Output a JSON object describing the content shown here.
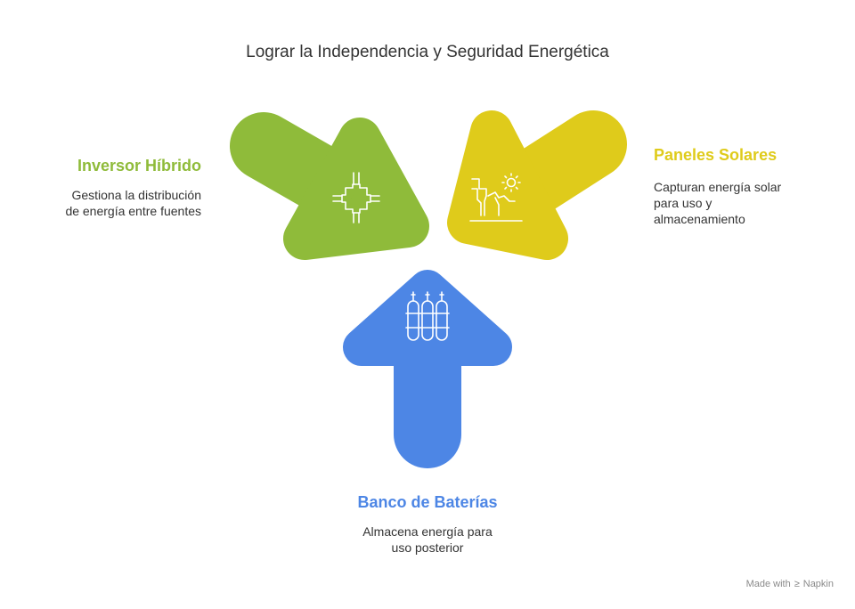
{
  "title": "Lograr la Independencia y Seguridad Energética",
  "inverter": {
    "heading": "Inversor Híbrido",
    "desc_line1": "Gestiona la distribución",
    "desc_line2": "de energía entre fuentes",
    "color": "#8fbb3a",
    "icon": "circuit-chip-icon"
  },
  "solar": {
    "heading": "Paneles Solares",
    "desc_line1": "Capturan energía solar",
    "desc_line2": "para uso y",
    "desc_line3": "almacenamiento",
    "color": "#dfcb1b",
    "icon": "sun-landscape-icon"
  },
  "battery": {
    "heading": "Banco de Baterías",
    "desc_line1": "Almacena energía para",
    "desc_line2": "uso posterior",
    "color": "#4d86e5",
    "icon": "battery-cells-icon"
  },
  "footer": {
    "made_with": "Made with",
    "brand": "Napkin"
  }
}
